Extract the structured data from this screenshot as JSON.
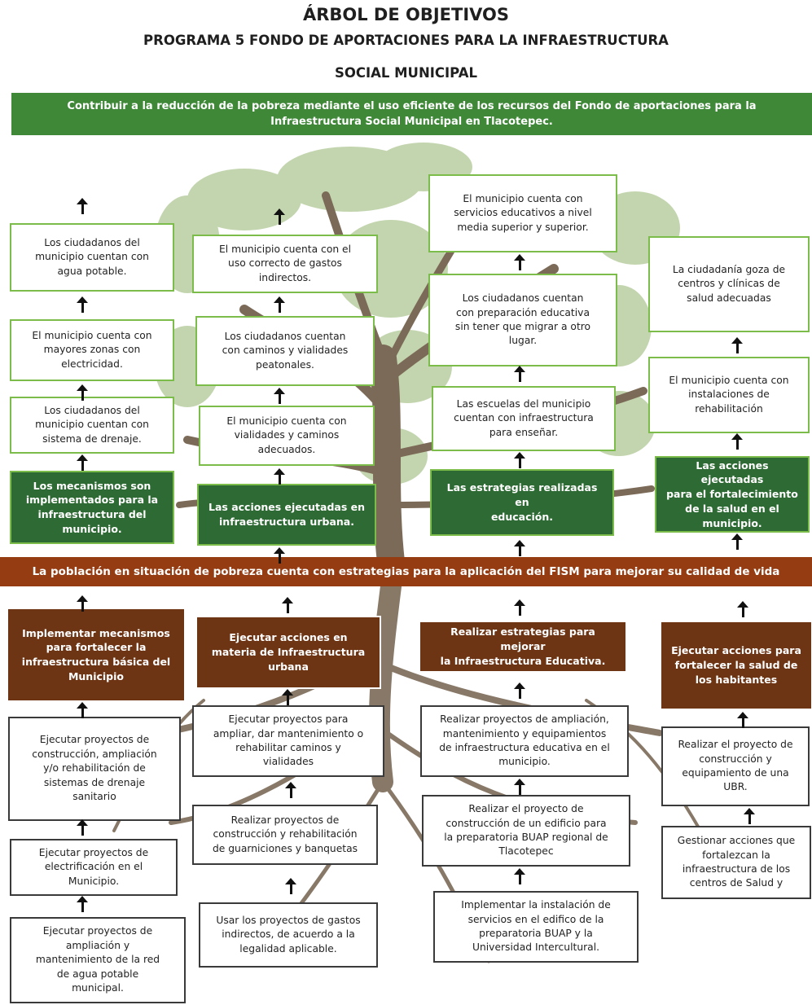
{
  "header": {
    "title": "ÁRBOL DE OBJETIVOS",
    "subtitle_line1": "PROGRAMA 5 FONDO DE APORTACIONES PARA LA INFRAESTRUCTURA",
    "subtitle_line2": "SOCIAL MUNICIPAL"
  },
  "goal": {
    "line1": "Contribuir a la reducción de la pobreza mediante el uso eficiente de los recursos del Fondo de aportaciones para la",
    "line2": "Infraestructura Social Municipal en Tlacotepec."
  },
  "purpose": "La población en situación de pobreza cuenta con estrategias para la aplicación del FISM para mejorar su calidad de vida",
  "colors": {
    "goal_banner": "#3e8838",
    "component_green": "#2e6b34",
    "box_border_green": "#7cbc4a",
    "purpose_banner": "#953c12",
    "action_brown": "#6e3515",
    "trunk": "#7b6a57",
    "foliage": "#b9cea0"
  },
  "branches": [
    {
      "top_boxes": [
        [
          "Los ciudadanos del",
          "municipio cuentan con",
          "agua potable."
        ],
        [
          "El municipio cuenta con",
          "mayores zonas con",
          "electricidad."
        ],
        [
          "Los ciudadanos del",
          "municipio cuentan con",
          "sistema de drenaje."
        ]
      ],
      "component": [
        "Los mecanismos son",
        "implementados para la",
        "infraestructura del",
        "municipio."
      ],
      "action": [
        "Implementar mecanismos",
        "para fortalecer la",
        "infraestructura básica del",
        "Municipio"
      ],
      "activities": [
        [
          "Ejecutar proyectos de",
          "construcción, ampliación",
          "y/o rehabilitación de",
          "sistemas de drenaje",
          "sanitario"
        ],
        [
          "Ejecutar proyectos de",
          "electrificación en el",
          "Municipio."
        ],
        [
          "Ejecutar proyectos de",
          "ampliación y",
          "mantenimiento de la red",
          "de agua potable",
          "municipal."
        ]
      ]
    },
    {
      "top_boxes": [
        [
          "El municipio cuenta con el",
          "uso correcto de gastos",
          "indirectos."
        ],
        [
          "Los ciudadanos cuentan",
          "con caminos y vialidades",
          "peatonales."
        ],
        [
          "El municipio cuenta con",
          "vialidades y caminos",
          "adecuados."
        ]
      ],
      "component": [
        "Las acciones ejecutadas en",
        "infraestructura urbana."
      ],
      "action": [
        "Ejecutar acciones en",
        "materia de Infraestructura",
        "urbana"
      ],
      "activities": [
        [
          "Ejecutar proyectos para",
          "ampliar, dar mantenimiento o",
          "rehabilitar caminos y",
          "vialidades"
        ],
        [
          "Realizar proyectos de",
          "construcción y rehabilitación",
          "de guarniciones y banquetas"
        ],
        [
          "Usar los proyectos de gastos",
          "indirectos, de acuerdo a la",
          "legalidad aplicable."
        ]
      ]
    },
    {
      "top_boxes": [
        [
          "El municipio cuenta con",
          "servicios educativos a nivel",
          "media superior y superior."
        ],
        [
          "Los ciudadanos cuentan",
          "con preparación educativa",
          "sin tener que migrar a otro",
          "lugar."
        ],
        [
          "Las escuelas del municipio",
          "cuentan con infraestructura",
          "para enseñar."
        ]
      ],
      "component": [
        "Las estrategias realizadas en",
        "educación."
      ],
      "action": [
        "Realizar estrategias para mejorar",
        "la Infraestructura Educativa."
      ],
      "activities": [
        [
          "Realizar proyectos de ampliación,",
          "mantenimiento y equipamientos",
          "de infraestructura educativa en el",
          "municipio."
        ],
        [
          "Realizar el proyecto de",
          "construcción de un edificio para",
          "la preparatoria BUAP regional de",
          "Tlacotepec"
        ],
        [
          "Implementar la instalación de",
          "servicios en el edifico de la",
          "preparatoria BUAP y la",
          "Universidad Intercultural."
        ]
      ]
    },
    {
      "top_boxes": [
        [
          "La ciudadanía goza de",
          "centros y clínicas de",
          "salud adecuadas"
        ],
        [
          "El municipio cuenta con",
          "instalaciones de",
          "rehabilitación"
        ]
      ],
      "component": [
        "Las acciones ejecutadas",
        "para el fortalecimiento",
        "de la salud en el",
        "municipio."
      ],
      "action": [
        "Ejecutar acciones para",
        "fortalecer la salud de",
        "los habitantes"
      ],
      "activities": [
        [
          "Realizar el proyecto de",
          "construcción y",
          "equipamiento de una",
          "UBR."
        ],
        [
          "Gestionar acciones que",
          "fortalezcan la",
          "infraestructura de los",
          "centros de Salud y"
        ]
      ]
    }
  ]
}
